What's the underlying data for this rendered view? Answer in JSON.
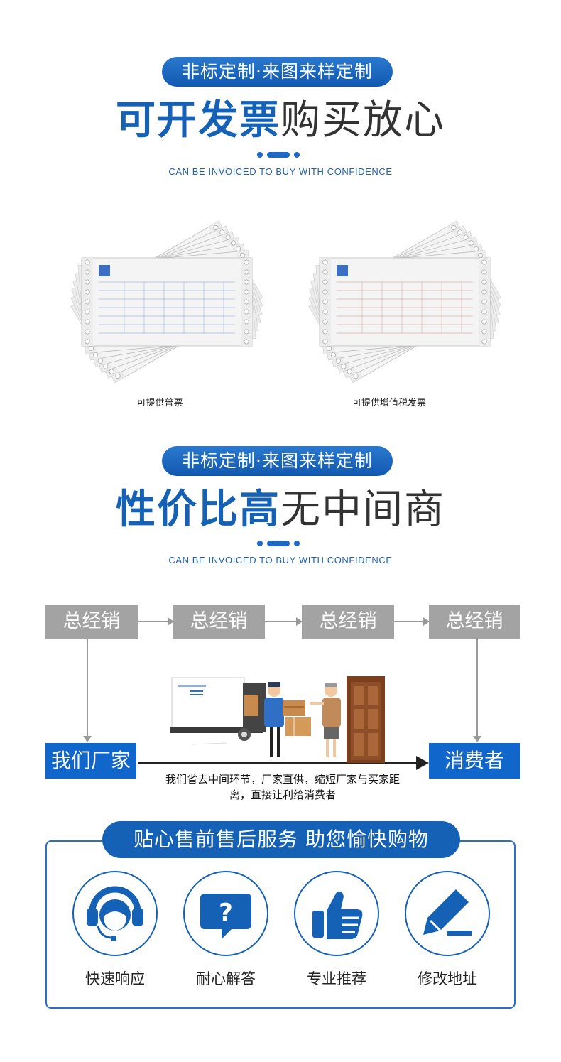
{
  "section1": {
    "pill": "非标定制·来图来样定制",
    "title_bold": "可开发票",
    "title_normal": "购买放心",
    "subtitle": "CAN BE INVOICED TO BUY WITH CONFIDENCE",
    "invoices": [
      {
        "caption": "可提供普票",
        "ink": "#2f5fbf"
      },
      {
        "caption": "可提供增值税发票",
        "ink": "#b0504a"
      }
    ]
  },
  "section2": {
    "pill": "非标定制·来图来样定制",
    "title_bold": "性价比高",
    "title_normal": "无中间商",
    "subtitle": "CAN BE INVOICED TO BUY WITH CONFIDENCE"
  },
  "flow": {
    "distributors": [
      "总经销",
      "总经销",
      "总经销",
      "总经销"
    ],
    "factory": "我们厂家",
    "consumer": "消费者",
    "note_line1": "我们省去中间环节，厂家直供，缩短厂家与买家距",
    "note_line2": "离，直接让利给消费者"
  },
  "service": {
    "title": "贴心售前售后服务 助您愉快购物",
    "items": [
      {
        "label": "快速响应",
        "icon": "headset-icon"
      },
      {
        "label": "耐心解答",
        "icon": "question-bubble-icon"
      },
      {
        "label": "专业推荐",
        "icon": "thumbs-up-icon"
      },
      {
        "label": "修改地址",
        "icon": "edit-pencil-icon"
      }
    ]
  },
  "colors": {
    "brand_blue": "#1461b5",
    "gray_box": "#a3a3a3",
    "text_dark": "#333333"
  }
}
